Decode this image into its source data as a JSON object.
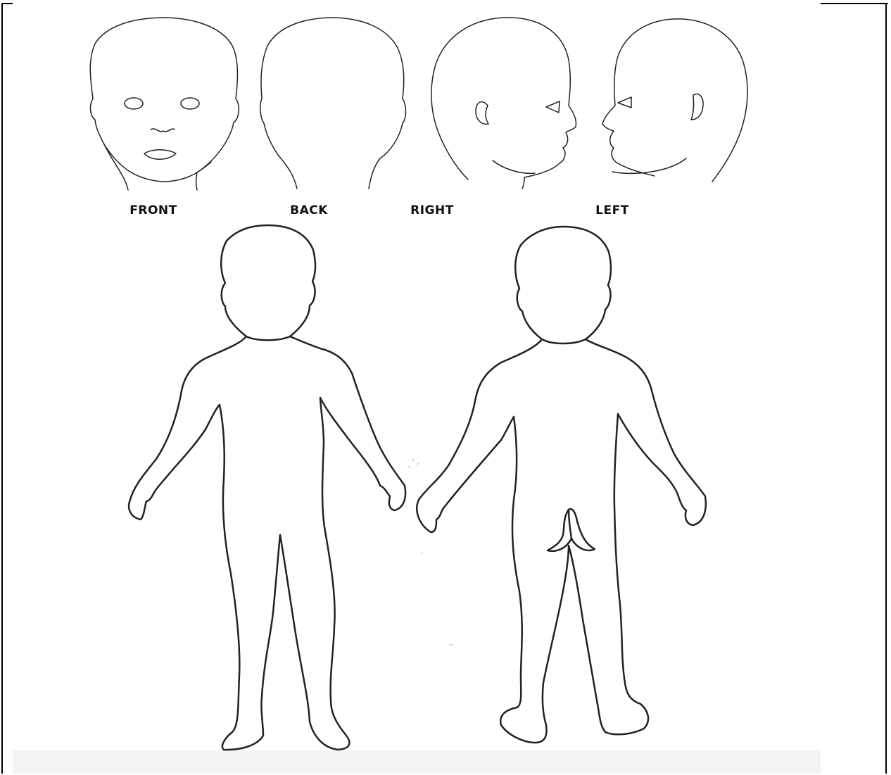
{
  "head_views": {
    "front": "FRONT",
    "back": "BACK",
    "right": "RIGHT",
    "left": "LEFT"
  }
}
